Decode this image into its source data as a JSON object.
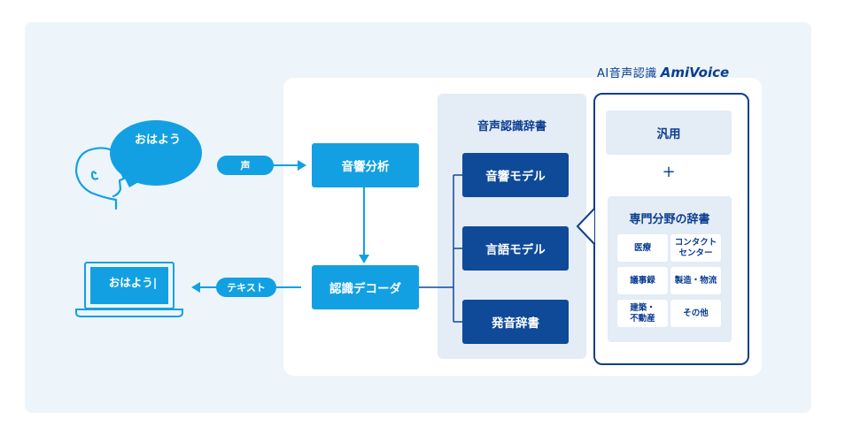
{
  "brand": {
    "prefix": "AI音声認識",
    "logo": "AmiVoice"
  },
  "user": {
    "speech": "おはよう"
  },
  "laptop": {
    "screen_text": "おはよう|"
  },
  "flow": {
    "voice_label": "声",
    "text_label": "テキスト",
    "acoustic_analysis": "音響分析",
    "recognition_decoder": "認識デコーダ"
  },
  "dictionary": {
    "title": "音声認識辞書",
    "acoustic_model": "音響モデル",
    "language_model": "言語モデル",
    "pronunciation_dictionary": "発音辞書"
  },
  "dictionaries": {
    "general": "汎用",
    "plus": "+",
    "specialized_title": "専門分野の辞書",
    "fields": [
      "医療",
      "コンタクト\nセンター",
      "議事録",
      "製造・物流",
      "建築・\n不動産",
      "その他"
    ]
  },
  "colors": {
    "cyan": "#12a0e3",
    "navy": "#0f4a99",
    "background": "#edf5fa"
  }
}
